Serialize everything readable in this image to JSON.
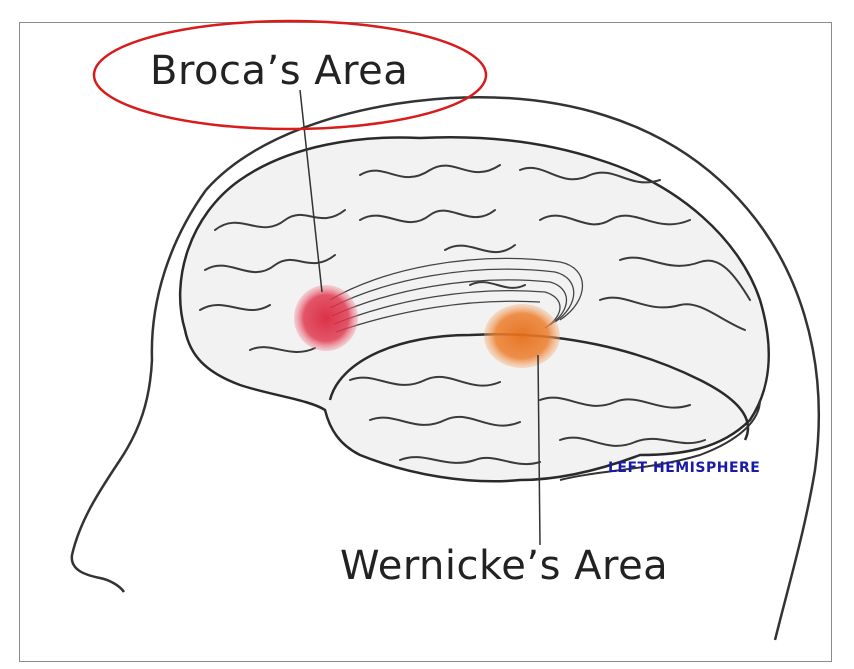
{
  "labels": {
    "broca": "Broca’s Area",
    "wernicke": "Wernicke’s Area",
    "hemisphere": "LEFT HEMISPHERE"
  },
  "colors": {
    "highlight_ellipse": "#d81b1b",
    "broca_region": "#e0394f",
    "wernicke_region": "#ec7d2c",
    "hemisphere_text": "#1a1aa8"
  }
}
